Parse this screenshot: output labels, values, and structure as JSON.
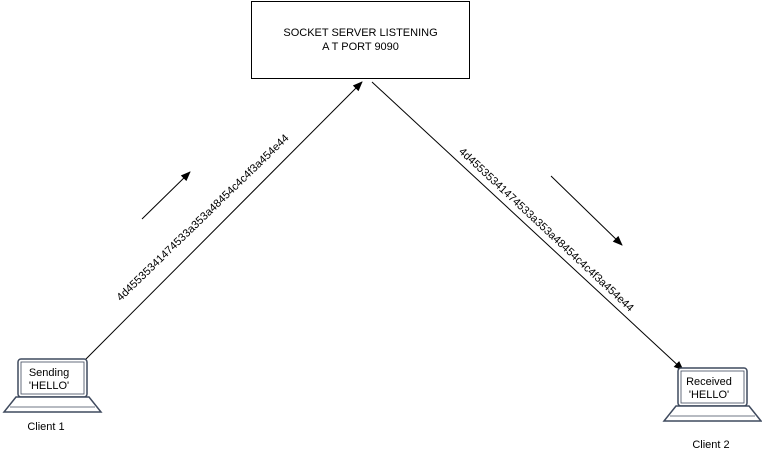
{
  "server": {
    "line1": "SOCKET SERVER LISTENING",
    "line2": "A T PORT 9090"
  },
  "client1": {
    "screen_line1": "Sending",
    "screen_line2": "'HELLO'",
    "label": "Client 1"
  },
  "client2": {
    "screen_line1": "Received",
    "screen_line2": "'HELLO'",
    "label": "Client 2"
  },
  "messages": {
    "uplink": "4d45535341474533a353a48454c4c4f3a454e44",
    "downlink": "4d45535341474533a353a48454c4c4f3a454e44"
  },
  "icons": {
    "client1_device": "laptop-icon",
    "client2_device": "laptop-icon",
    "up_direction": "arrow-up-right-icon",
    "down_direction": "arrow-down-right-icon"
  }
}
